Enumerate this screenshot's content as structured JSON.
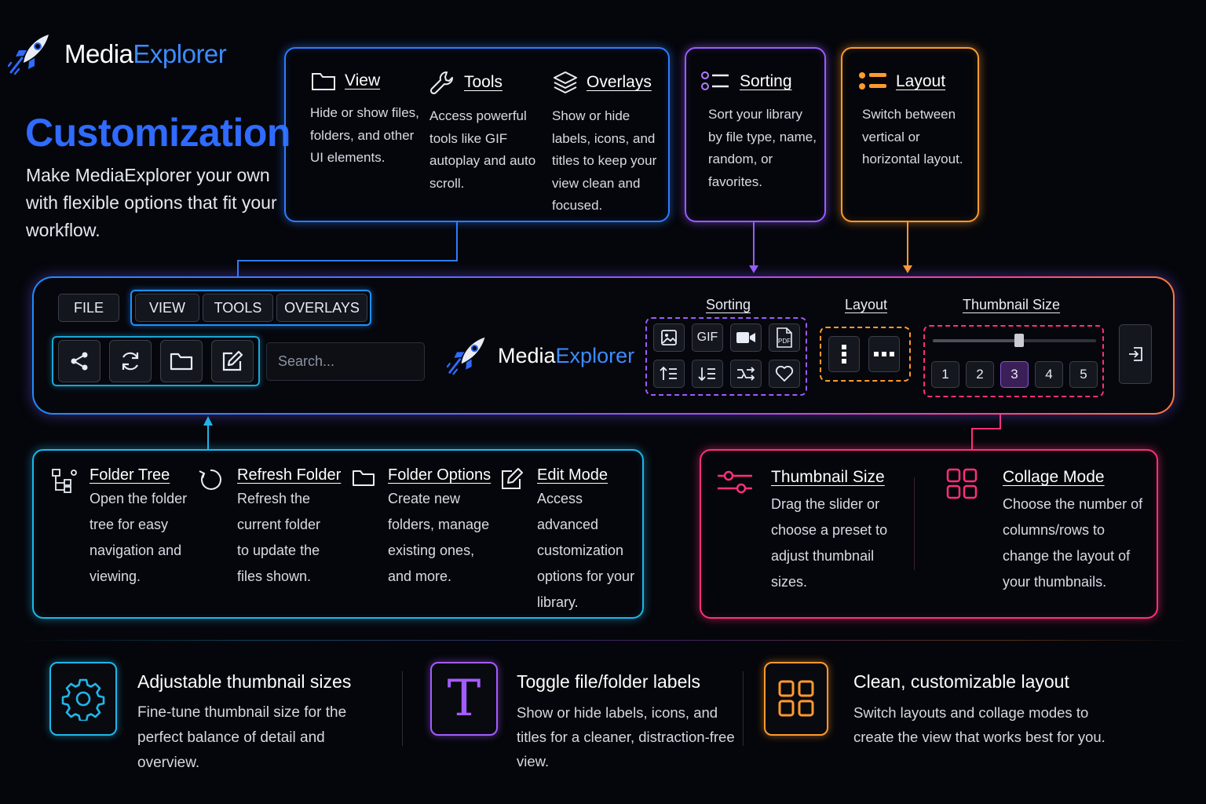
{
  "brand": {
    "name_white": "Media",
    "name_blue": "Explorer"
  },
  "hero": {
    "title": "Customization",
    "subtitle": "Make MediaExplorer your own with flexible options that fit your workflow."
  },
  "top_features": {
    "view": {
      "title": "View",
      "desc": "Hide or show files, folders, and other UI elements."
    },
    "tools": {
      "title": "Tools",
      "desc": "Access powerful tools like GIF autoplay and auto scroll."
    },
    "overlays": {
      "title": "Overlays",
      "desc": "Show or hide labels, icons, and titles to keep your view clean and focused."
    },
    "sorting": {
      "title": "Sorting",
      "desc": "Sort your library by file type, name, random, or favorites."
    },
    "layout": {
      "title": "Layout",
      "desc": "Switch between vertical or horizontal layout."
    }
  },
  "toolbar": {
    "menu": [
      "FILE",
      "VIEW",
      "TOOLS",
      "OVERLAYS"
    ],
    "search_placeholder": "Search...",
    "logo_white": "Media",
    "logo_blue": "Explorer",
    "sorting_label": "Sorting",
    "sorting_buttons": [
      "image",
      "GIF",
      "video",
      "PDF",
      "sort-ascending",
      "sort-descending",
      "shuffle",
      "favorites"
    ],
    "gif_label": "GIF",
    "pdf_label": "PDF",
    "layout_label": "Layout",
    "thumbnail_label": "Thumbnail Size",
    "thumbnail_slider_value": 0.53,
    "thumbnail_presets": [
      "1",
      "2",
      "3",
      "4",
      "5"
    ],
    "thumbnail_selected": "3"
  },
  "mid_features": {
    "folder_tree": {
      "title": "Folder Tree",
      "desc": "Open the folder tree for easy navigation and viewing."
    },
    "refresh": {
      "title": "Refresh Folder",
      "desc": "Refresh the current folder to update the files shown."
    },
    "folder_options": {
      "title": "Folder Options",
      "desc": "Create new folders, manage existing ones, and more."
    },
    "edit_mode": {
      "title": "Edit Mode",
      "desc": "Access advanced customization options for your library."
    },
    "thumbnail_size": {
      "title": "Thumbnail Size",
      "desc": "Drag the slider or choose a preset to adjust thumbnail sizes."
    },
    "collage_mode": {
      "title": "Collage Mode",
      "desc": "Choose the number of columns/rows to change the layout of your thumbnails."
    }
  },
  "bottom": [
    {
      "title": "Adjustable thumbnail sizes",
      "desc": "Fine-tune thumbnail size for the perfect balance of detail and overview.",
      "icon": "gear-icon",
      "color": "#1fb7ea"
    },
    {
      "title": "Toggle file/folder labels",
      "desc": "Show or hide labels, icons, and titles for a cleaner, distraction-free view.",
      "icon": "text-t-icon",
      "glyph": "T",
      "color": "#a35cff"
    },
    {
      "title": "Clean, customizable layout",
      "desc": "Switch layouts and collage modes to create the view that works best for you.",
      "icon": "grid-icon",
      "color": "#ff9a2e"
    }
  ],
  "colors": {
    "blue": "#2d7cff",
    "purple": "#9a5cff",
    "orange": "#ff9a2e",
    "teal": "#1fb7ea",
    "pink": "#ff2f79"
  }
}
